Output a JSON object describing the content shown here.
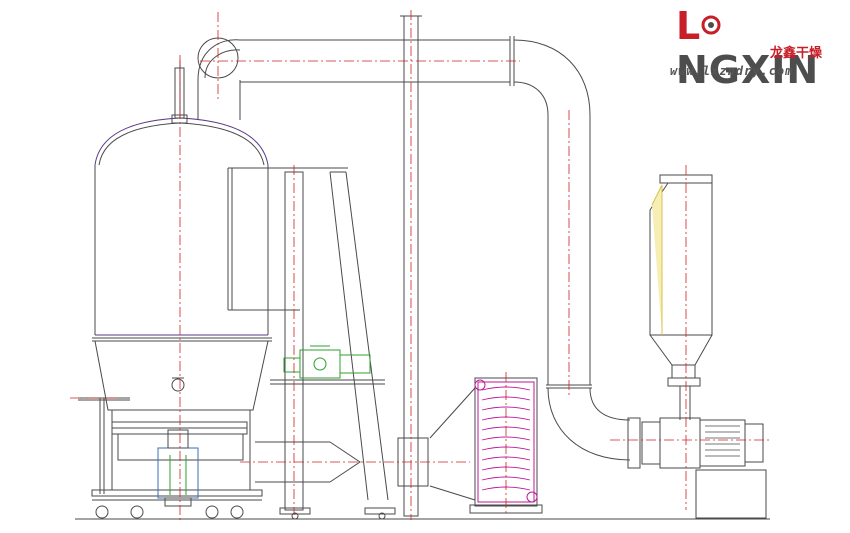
{
  "logo": {
    "brand_prefix": "L",
    "brand_rest": "NGXIN",
    "brand_cn": "龙鑫干燥",
    "website": "www.lxzndry.com",
    "colors": {
      "brand_red": "#c81e28",
      "brand_gray": "#4d4d4d"
    }
  },
  "drawing": {
    "colors": {
      "line": "#4a4a4a",
      "centerline": "#d02020",
      "motor": "#2ca02c",
      "coil": "#c0169a",
      "filter": "#d8c24a",
      "purple": "#7a2a9a"
    },
    "icons": [
      "dryer-vessel-icon",
      "fan-motor-icon",
      "heater-coil-icon",
      "cyclone-icon"
    ]
  }
}
